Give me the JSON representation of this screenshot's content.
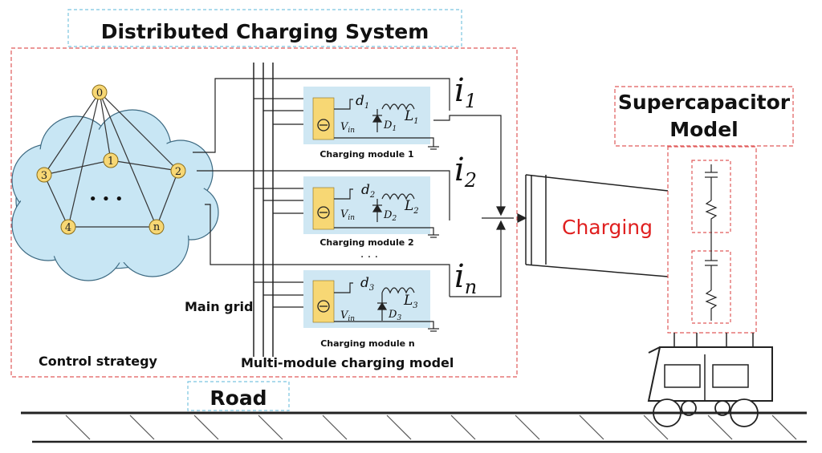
{
  "title": "Distributed Charging System",
  "supercap": {
    "line1": "Supercapacitor",
    "line2": "Model"
  },
  "charging_label": "Charging",
  "road_label": "Road",
  "control_strategy_label": "Control strategy",
  "multi_module_label": "Multi-module charging model",
  "main_grid_label": "Main grid",
  "ellipsis": "· · ·",
  "nodes": [
    "0",
    "1",
    "2",
    "3",
    "4",
    "n"
  ],
  "graph_dots": "• • •",
  "modules": [
    {
      "label": "Charging module 1",
      "d_sub": "1",
      "L_sub": "1",
      "D_sub": "1"
    },
    {
      "label": "Charging module 2",
      "d_sub": "2",
      "L_sub": "2",
      "D_sub": "2"
    },
    {
      "label": "Charging module n",
      "d_sub": "3",
      "L_sub": "3",
      "D_sub": "3"
    }
  ],
  "component_symbols": {
    "duty": "d",
    "inductor": "L",
    "diode": "D",
    "vin": "V",
    "vin_sub": "in"
  },
  "currents": [
    {
      "symbol": "i",
      "sub": "1"
    },
    {
      "symbol": "i",
      "sub": "2"
    },
    {
      "symbol": "i",
      "sub": "n"
    }
  ],
  "colors": {
    "cloud": "#c8e6f4",
    "module_bg": "#cfe7f3",
    "source_box": "#f7d774",
    "node_fill": "#f7d774",
    "dashed_red": "#e05a5a",
    "dashed_blue": "#7ac4e0",
    "charging_text": "#e02020"
  }
}
